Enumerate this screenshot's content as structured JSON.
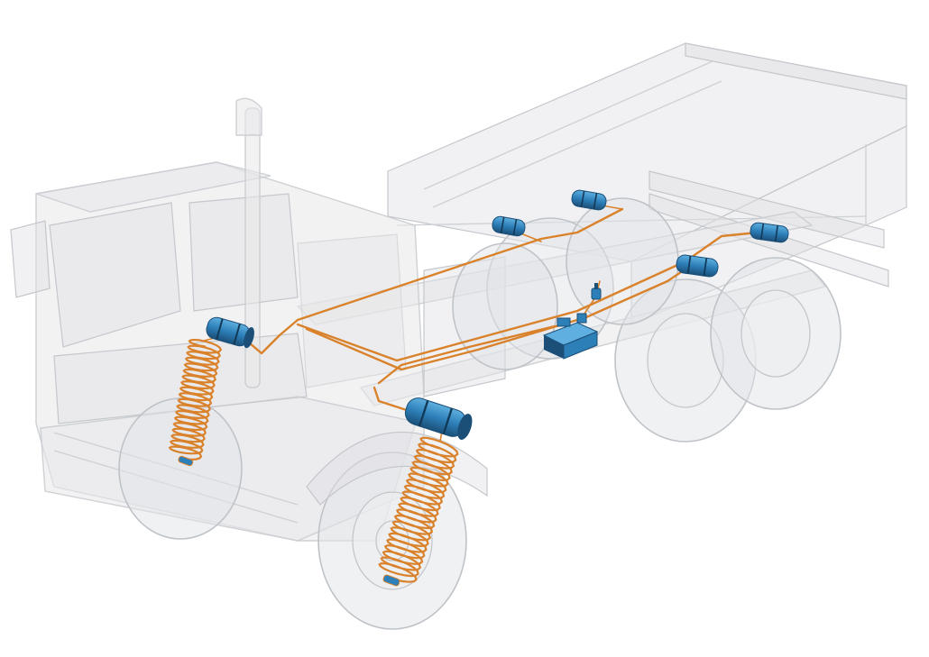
{
  "colors": {
    "background": "#ffffff",
    "truck_ghost": "#e7e8ea",
    "pipe": "#d9822b",
    "pipe_dark": "#a8581a",
    "component": "#2d7fb8",
    "component_dark": "#1b4f78",
    "component_light": "#5fb0e0"
  },
  "components": [
    {
      "type": "air-tank",
      "location": "front-left"
    },
    {
      "type": "air-tank",
      "location": "front-right"
    },
    {
      "type": "air-tank",
      "location": "mid-left"
    },
    {
      "type": "air-tank",
      "location": "mid-left-rear"
    },
    {
      "type": "air-tank",
      "location": "rear-right"
    },
    {
      "type": "air-tank",
      "location": "rear-right-outer"
    },
    {
      "type": "valve-block",
      "location": "center"
    },
    {
      "type": "small-valve",
      "location": "center-rear"
    },
    {
      "type": "coil-hose",
      "location": "front-left-wheel"
    },
    {
      "type": "coil-hose",
      "location": "front-right-wheel"
    }
  ]
}
